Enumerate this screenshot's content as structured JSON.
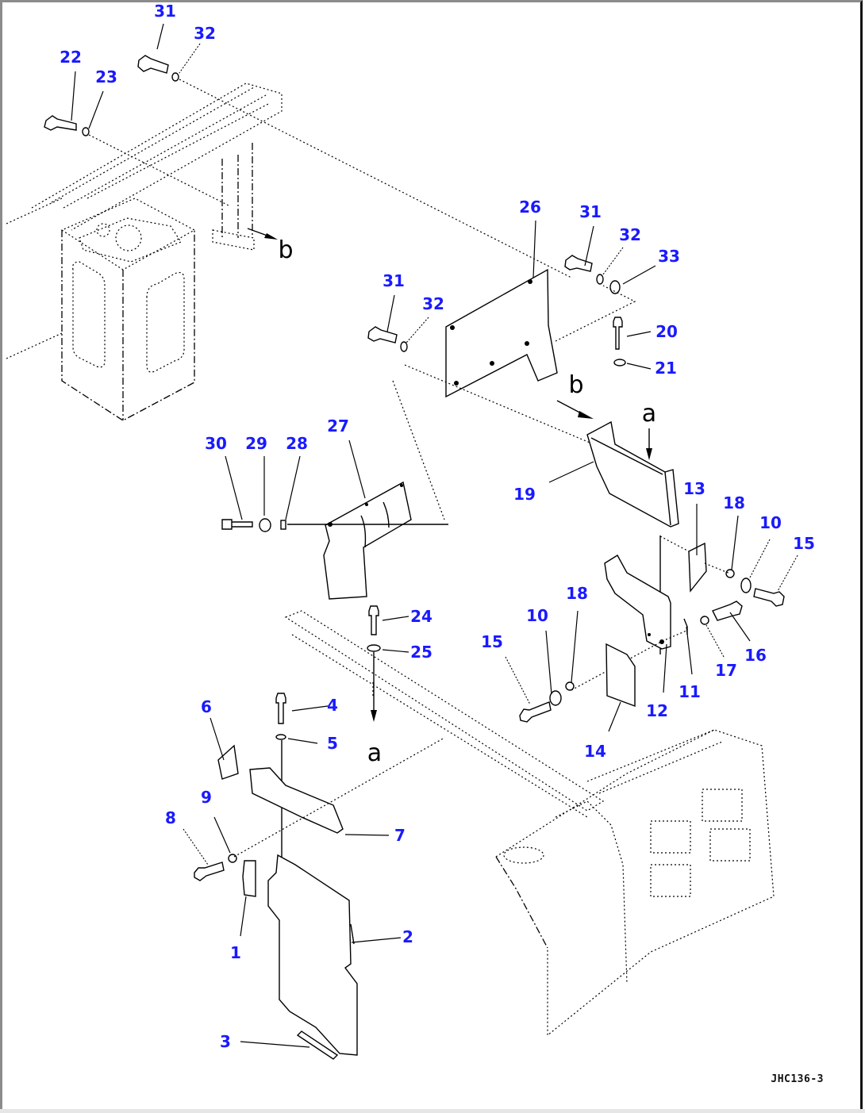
{
  "diagram": {
    "type": "exploded-parts-diagram",
    "reference_code": "JHC136-3",
    "callouts": [
      {
        "id": "c31a",
        "label": "31"
      },
      {
        "id": "c32a",
        "label": "32"
      },
      {
        "id": "c22",
        "label": "22"
      },
      {
        "id": "c23",
        "label": "23"
      },
      {
        "id": "c26",
        "label": "26"
      },
      {
        "id": "c31b",
        "label": "31"
      },
      {
        "id": "c32b",
        "label": "32"
      },
      {
        "id": "c33",
        "label": "33"
      },
      {
        "id": "c31c",
        "label": "31"
      },
      {
        "id": "c32c",
        "label": "32"
      },
      {
        "id": "c20",
        "label": "20"
      },
      {
        "id": "c21",
        "label": "21"
      },
      {
        "id": "c30",
        "label": "30"
      },
      {
        "id": "c29",
        "label": "29"
      },
      {
        "id": "c28",
        "label": "28"
      },
      {
        "id": "c27",
        "label": "27"
      },
      {
        "id": "c19",
        "label": "19"
      },
      {
        "id": "c13",
        "label": "13"
      },
      {
        "id": "c18a",
        "label": "18"
      },
      {
        "id": "c10a",
        "label": "10"
      },
      {
        "id": "c15a",
        "label": "15"
      },
      {
        "id": "c24",
        "label": "24"
      },
      {
        "id": "c25",
        "label": "25"
      },
      {
        "id": "c15b",
        "label": "15"
      },
      {
        "id": "c10b",
        "label": "10"
      },
      {
        "id": "c18b",
        "label": "18"
      },
      {
        "id": "c17",
        "label": "17"
      },
      {
        "id": "c16",
        "label": "16"
      },
      {
        "id": "c11",
        "label": "11"
      },
      {
        "id": "c12",
        "label": "12"
      },
      {
        "id": "c14",
        "label": "14"
      },
      {
        "id": "c6",
        "label": "6"
      },
      {
        "id": "c4",
        "label": "4"
      },
      {
        "id": "c5",
        "label": "5"
      },
      {
        "id": "c7",
        "label": "7"
      },
      {
        "id": "c9",
        "label": "9"
      },
      {
        "id": "c8",
        "label": "8"
      },
      {
        "id": "c1",
        "label": "1"
      },
      {
        "id": "c2",
        "label": "2"
      },
      {
        "id": "c3",
        "label": "3"
      }
    ],
    "view_markers": [
      {
        "id": "b1",
        "label": "b"
      },
      {
        "id": "b2",
        "label": "b"
      },
      {
        "id": "a1",
        "label": "a"
      },
      {
        "id": "a2",
        "label": "a"
      }
    ],
    "colors": {
      "callout": "#1a1aff",
      "line": "#000000",
      "background": "#ffffff"
    }
  }
}
